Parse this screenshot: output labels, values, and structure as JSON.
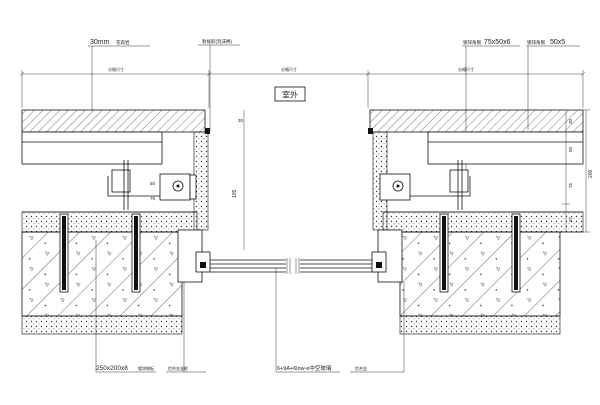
{
  "labels": {
    "room": "室外",
    "top_left_note": "30mm",
    "top_left_note_suffix": "花岗岩",
    "top_mid_left_note": "耐候胶(泡沫棒)",
    "top_right_note_1_prefix": "镀锌角钢",
    "top_right_note_1": "75x50x6",
    "top_right_note_2_prefix": "镀锌角钢",
    "top_right_note_2": "50x5",
    "bottom_left_note": "250x200x8",
    "bottom_left_note_suffix": "镀锌钢板",
    "bottom_mid_left_note": "铝合金竖框",
    "bottom_center_note": "6+9A+6low-e中空玻璃",
    "bottom_right_note": "铝合金",
    "dim_top_left": "分格尺寸",
    "dim_top_center": "分格尺寸",
    "dim_top_right": "分格尺寸",
    "dim_v_30": "30",
    "dim_v_105": "105",
    "dim_v_r30": "30",
    "dim_v_r50": "50",
    "dim_v_r75": "75",
    "dim_v_r200": "200",
    "dim_v_r37": "37",
    "dim_v_l30": "30",
    "dim_v_l50": "50",
    "dim_v_l75": "75"
  },
  "colors": {
    "line": "#111111",
    "background": "#ffffff"
  }
}
